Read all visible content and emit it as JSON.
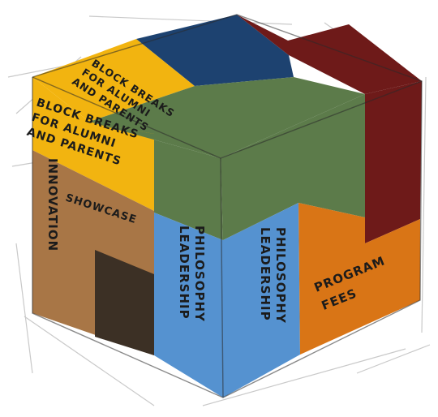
{
  "labels": {
    "block_breaks_top": [
      "BLOCK BREAKS",
      "FOR ALUMNI",
      "AND PARENTS"
    ],
    "block_breaks_front": [
      "BLOCK BREAKS",
      "FOR ALUMNI",
      "AND PARENTS"
    ],
    "innovation": "INNOVATION",
    "showcase": "SHOWCASE",
    "leadership_left": [
      "LEADERSHIP",
      "PHILOSOPHY"
    ],
    "leadership_right": [
      "LEADERSHIP",
      "PHILOSOPHY"
    ],
    "program_fees": [
      "PROGRAM",
      "FEES"
    ]
  },
  "colors": {
    "navy": "#1d4270",
    "maroon": "#6e1a19",
    "yellow": "#f2b410",
    "green": "#5c7b4a",
    "brown": "#a87646",
    "dark": "#3c3025",
    "blue": "#5592d0",
    "orange": "#d97516"
  }
}
